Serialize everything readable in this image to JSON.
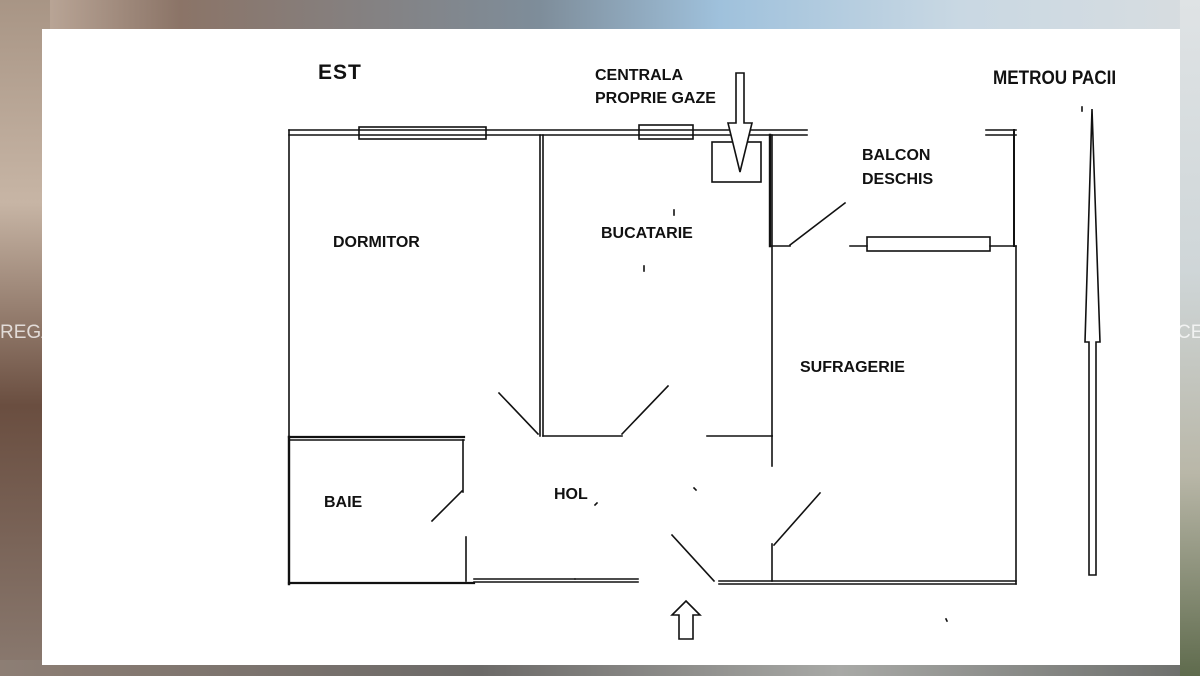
{
  "labels": {
    "est": "EST",
    "centrala_line1": "CENTRALA",
    "centrala_line2": "PROPRIE GAZE",
    "metrou": "METROU PACII",
    "balcon_line1": "BALCON",
    "balcon_line2": "DESCHIS",
    "dormitor": "DORMITOR",
    "bucatarie": "BUCATARIE",
    "sufragerie": "SUFRAGERIE",
    "baie": "BAIE",
    "hol": "HOL"
  },
  "watermark": {
    "left": "REGA",
    "right": "CE"
  },
  "colors": {
    "lines": "#111111",
    "paper": "#ffffff"
  }
}
